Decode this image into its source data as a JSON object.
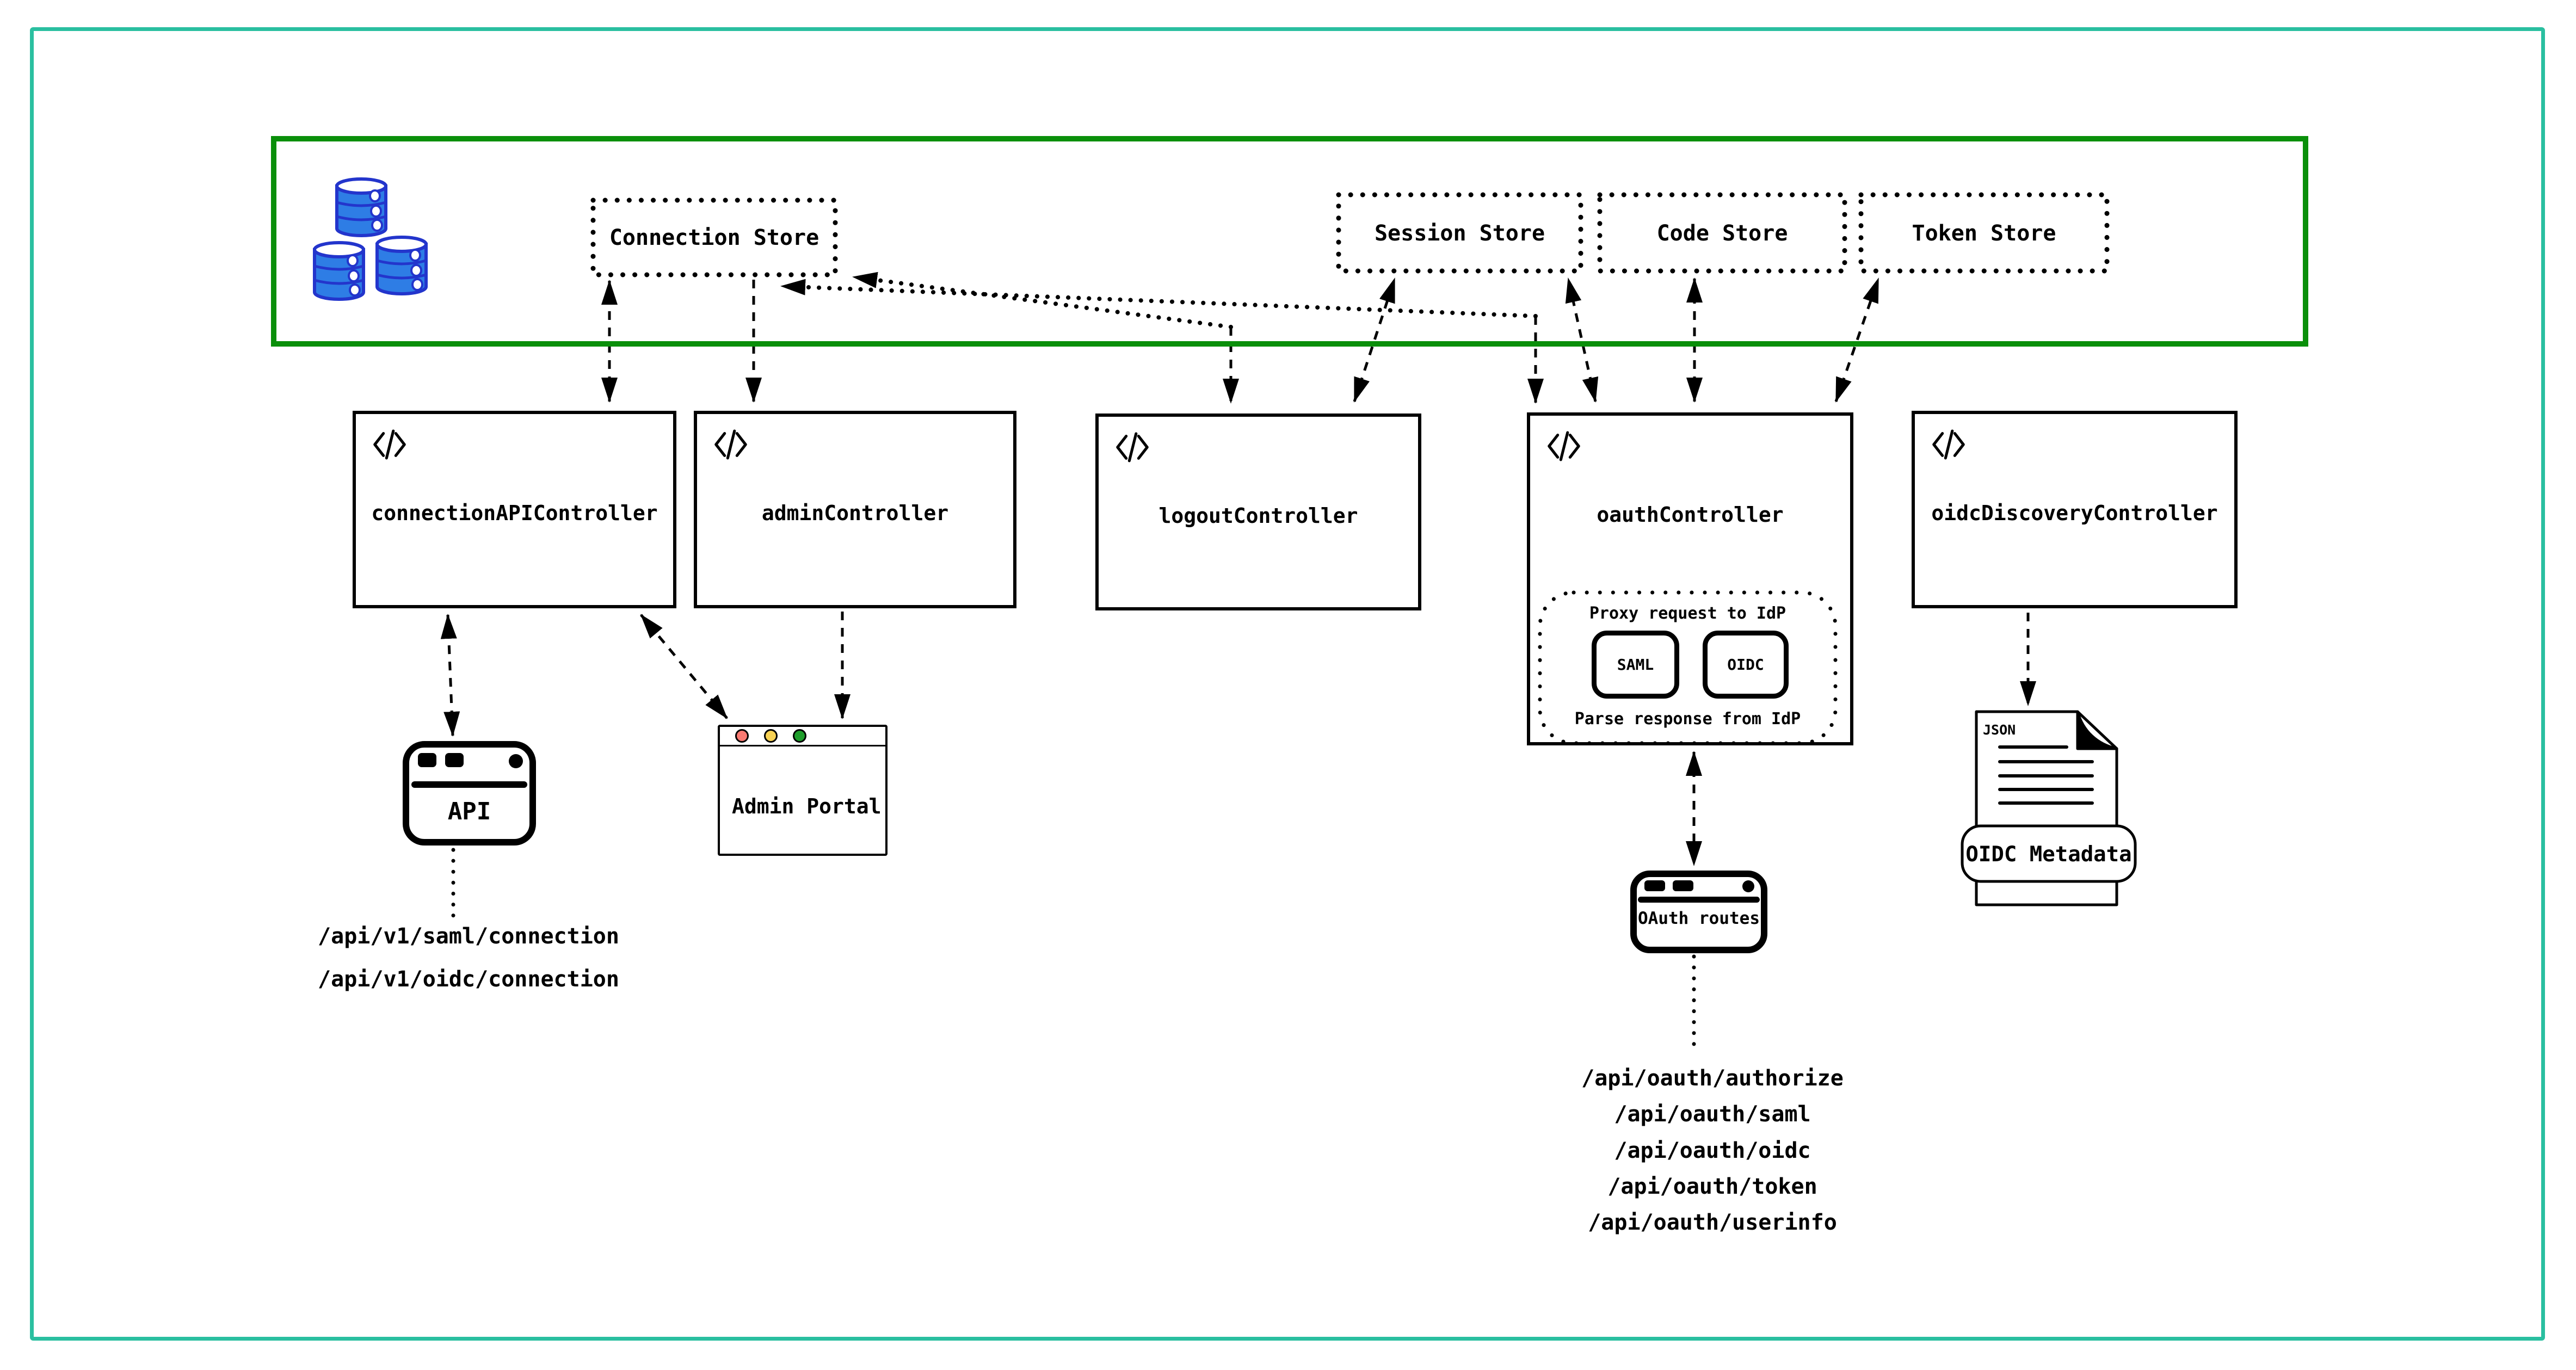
{
  "data_layer": {
    "stores": [
      {
        "label": "Connection Store"
      },
      {
        "label": "Session Store"
      },
      {
        "label": "Code Store"
      },
      {
        "label": "Token Store"
      }
    ]
  },
  "controllers": [
    {
      "label": "connectionAPIController"
    },
    {
      "label": "adminController"
    },
    {
      "label": "logoutController"
    },
    {
      "label": "oauthController",
      "proxy": {
        "top_label": "Proxy request to IdP",
        "protocols": [
          "SAML",
          "OIDC"
        ],
        "bottom_label": "Parse response from IdP"
      }
    },
    {
      "label": "oidcDiscoveryController"
    }
  ],
  "clients": {
    "api_window": {
      "label": "API"
    },
    "admin_portal": {
      "label": "Admin Portal"
    },
    "oauth_routes": {
      "label": "OAuth routes"
    },
    "oidc_metadata": {
      "file_type": "JSON",
      "label": "OIDC Metadata"
    }
  },
  "endpoints": {
    "connection_api": [
      "/api/v1/saml/connection",
      "/api/v1/oidc/connection"
    ],
    "oauth": [
      "/api/oauth/authorize",
      "/api/oauth/saml",
      "/api/oauth/oidc",
      "/api/oauth/token",
      "/api/oauth/userinfo"
    ]
  },
  "colors": {
    "frame_teal": "#2abfa0",
    "data_layer_green": "#0a8f0a",
    "database_blue": "#2e7de5",
    "database_outline": "#2335cc",
    "traffic_red": "#fa7a72",
    "traffic_yellow": "#f8d254",
    "traffic_green": "#1f9e2c"
  }
}
